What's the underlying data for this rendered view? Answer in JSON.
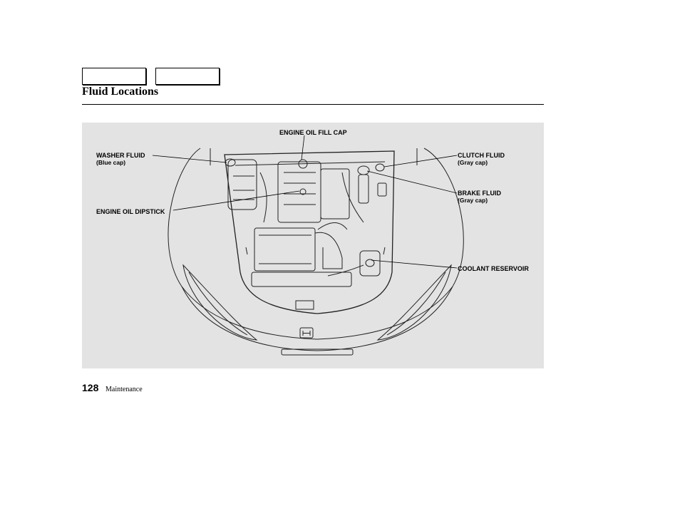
{
  "header": {
    "title": "Fluid Locations",
    "nav_buttons": [
      "",
      ""
    ]
  },
  "figure": {
    "callouts": {
      "engine_oil_fill_cap": "ENGINE OIL FILL CAP",
      "washer_fluid": {
        "label": "WASHER FLUID",
        "note": "(Blue cap)"
      },
      "engine_oil_dipstick": "ENGINE OIL DIPSTICK",
      "clutch_fluid": {
        "label": "CLUTCH FLUID",
        "note": "(Gray cap)"
      },
      "brake_fluid": {
        "label": "BRAKE FLUID",
        "note": "(Gray cap)"
      },
      "coolant_reservoir": "COOLANT RESERVOIR"
    }
  },
  "footer": {
    "page_number": "128",
    "section": "Maintenance"
  }
}
